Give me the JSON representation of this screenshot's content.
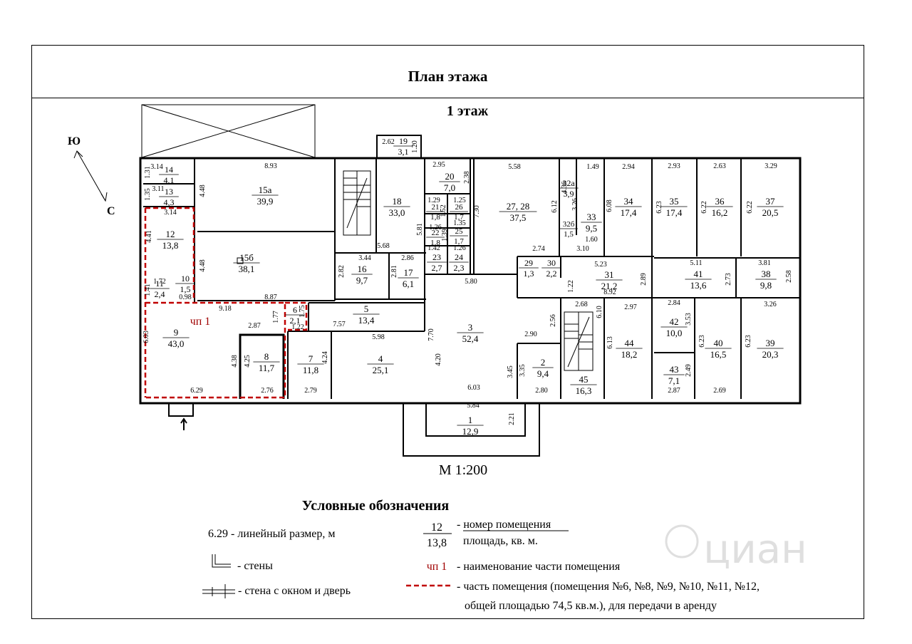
{
  "title": "План этажа",
  "floor_label": "1 этаж",
  "scale": "М 1:200",
  "compass": {
    "south": "Ю",
    "north": "С"
  },
  "part_label": "чп 1",
  "colors": {
    "ink": "#000000",
    "highlight": "#c00000",
    "part_label": "#a00000"
  },
  "rooms": [
    {
      "id": "room-1",
      "num": "1",
      "area": "12,9"
    },
    {
      "id": "room-2",
      "num": "2",
      "area": "9,4"
    },
    {
      "id": "room-3",
      "num": "3",
      "area": "52,4"
    },
    {
      "id": "room-4",
      "num": "4",
      "area": "25,1"
    },
    {
      "id": "room-5",
      "num": "5",
      "area": "13,4"
    },
    {
      "id": "room-6",
      "num": "6",
      "area": "2,1"
    },
    {
      "id": "room-7",
      "num": "7",
      "area": "11,8"
    },
    {
      "id": "room-8",
      "num": "8",
      "area": "11,7"
    },
    {
      "id": "room-9",
      "num": "9",
      "area": "43,0"
    },
    {
      "id": "room-10",
      "num": "10",
      "area": "1,5"
    },
    {
      "id": "room-11",
      "num": "11",
      "area": "2,4"
    },
    {
      "id": "room-12",
      "num": "12",
      "area": "13,8"
    },
    {
      "id": "room-13",
      "num": "13",
      "area": "4,3"
    },
    {
      "id": "room-14",
      "num": "14",
      "area": "4,1"
    },
    {
      "id": "room-15a",
      "num": "15а",
      "area": "39,9"
    },
    {
      "id": "room-15b",
      "num": "15б",
      "area": "38,1"
    },
    {
      "id": "room-16",
      "num": "16",
      "area": "9,7"
    },
    {
      "id": "room-17",
      "num": "17",
      "area": "6,1"
    },
    {
      "id": "room-18",
      "num": "18",
      "area": "33,0"
    },
    {
      "id": "room-19",
      "num": "19",
      "area": "3,1"
    },
    {
      "id": "room-20",
      "num": "20",
      "area": "7,0"
    },
    {
      "id": "room-21",
      "num": "21",
      "area": "1,8"
    },
    {
      "id": "room-22",
      "num": "22",
      "area": "1,8"
    },
    {
      "id": "room-23",
      "num": "23",
      "area": "2,7"
    },
    {
      "id": "room-24",
      "num": "24",
      "area": "2,3"
    },
    {
      "id": "room-25",
      "num": "25",
      "area": "1,7"
    },
    {
      "id": "room-26",
      "num": "26",
      "area": "1,7"
    },
    {
      "id": "room-27-28",
      "num": "27, 28",
      "area": "37,5"
    },
    {
      "id": "room-29",
      "num": "29",
      "area": "1,3"
    },
    {
      "id": "room-30",
      "num": "30",
      "area": "2,2"
    },
    {
      "id": "room-31",
      "num": "31",
      "area": "21,2"
    },
    {
      "id": "room-32a",
      "num": "32а",
      "area": "3,9"
    },
    {
      "id": "room-32b",
      "num": "32б",
      "area": "1,5"
    },
    {
      "id": "room-33",
      "num": "33",
      "area": "9,5"
    },
    {
      "id": "room-34",
      "num": "34",
      "area": "17,4"
    },
    {
      "id": "room-35",
      "num": "35",
      "area": "17,4"
    },
    {
      "id": "room-36",
      "num": "36",
      "area": "16,2"
    },
    {
      "id": "room-37",
      "num": "37",
      "area": "20,5"
    },
    {
      "id": "room-38",
      "num": "38",
      "area": "9,8"
    },
    {
      "id": "room-39",
      "num": "39",
      "area": "20,3"
    },
    {
      "id": "room-40",
      "num": "40",
      "area": "16,5"
    },
    {
      "id": "room-41",
      "num": "41",
      "area": "13,6"
    },
    {
      "id": "room-42",
      "num": "42",
      "area": "10,0"
    },
    {
      "id": "room-43",
      "num": "43",
      "area": "7,1"
    },
    {
      "id": "room-44",
      "num": "44",
      "area": "18,2"
    },
    {
      "id": "room-45",
      "num": "45",
      "area": "16,3"
    }
  ],
  "dimensions": [
    "3.14",
    "1.31",
    "3.11",
    "1.35",
    "8.93",
    "4.48",
    "3.14",
    "4.41",
    "4.48",
    "8.87",
    "1.72",
    "1.41",
    "0.98",
    "9.18",
    "6.03",
    "2.87",
    "4.38",
    "4.25",
    "1.77",
    "1.75",
    "1.22",
    "6.29",
    "2.76",
    "2.79",
    "4.24",
    "7.57",
    "5.98",
    "4.20",
    "5.68",
    "3.44",
    "2.82",
    "2.86",
    "2.81",
    "5.81",
    "2.95",
    "2.38",
    "1.29",
    "1.52",
    "1.25",
    "1.26",
    "1.39",
    "1.35",
    "1.42",
    "1.26",
    "7.30",
    "5.80",
    "7.70",
    "6.03",
    "5.84",
    "2.21",
    "3.45",
    "5.58",
    "6.12",
    "2.74",
    "1.49",
    "4.36",
    "3.26",
    "1.60",
    "3.10",
    "6.08",
    "2.94",
    "2.93",
    "6.23",
    "2.63",
    "6.22",
    "3.29",
    "6.22",
    "5.23",
    "8.92",
    "2.89",
    "5.11",
    "2.73",
    "3.81",
    "2.58",
    "1.22",
    "2.68",
    "6.10",
    "2.56",
    "2.90",
    "3.35",
    "2.80",
    "6.13",
    "2.97",
    "2.84",
    "3.53",
    "2.49",
    "2.87",
    "3.26",
    "6.23",
    "2.69",
    "6.23",
    "2.62",
    "1.20"
  ],
  "legend": {
    "title": "Условные обозначения",
    "linear": "6.29 - линейный размер, м",
    "walls": "- стены",
    "wall_window_door": "- стена с окном и дверь",
    "fraction_num": "12",
    "fraction_area": "13,8",
    "room_number": "- номер помещения",
    "area_desc": "площадь, кв. м.",
    "part_name_label": "чп 1",
    "part_name": "- наименование части помещения",
    "part_area_line1": "- часть помещения (помещения №6, №8, №9, №10, №11, №12,",
    "part_area_line2": "общей площадью 74,5 кв.м.), для передачи в аренду"
  },
  "watermark": "циан"
}
